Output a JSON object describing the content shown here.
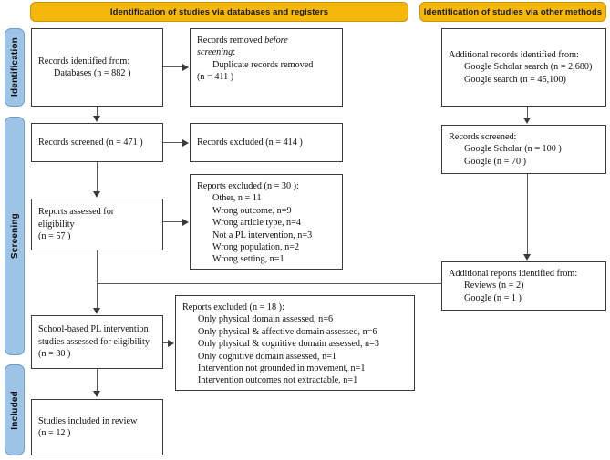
{
  "headers": {
    "left": "Identification of studies via databases and registers",
    "right": "Identification of studies via other methods"
  },
  "stages": [
    {
      "label": "Identification"
    },
    {
      "label": "Screening"
    },
    {
      "label": "Included"
    }
  ],
  "boxes": {
    "records_identified": {
      "lines": [
        "Records identified from:",
        "Databases (n = 882 )"
      ]
    },
    "records_removed": {
      "lines": [
        "Records removed before",
        "screening:",
        "Duplicate records removed",
        "(n = 411 )"
      ]
    },
    "records_screened": {
      "lines": [
        "Records screened (n = 471 )"
      ]
    },
    "records_excluded": {
      "lines": [
        "Records excluded (n = 414 )"
      ]
    },
    "reports_assessed": {
      "lines": [
        "Reports assessed for",
        "eligibility",
        "(n = 57 )"
      ]
    },
    "reports_excluded_30": {
      "lines": [
        "Reports excluded (n = 30 ):",
        "Other, n = 11",
        "Wrong outcome, n=9",
        "Wrong article type, n=4",
        "Not a PL intervention, n=3",
        "Wrong population, n=2",
        "Wrong setting, n=1"
      ]
    },
    "school_based": {
      "lines": [
        "School-based PL intervention",
        "studies assessed for eligibility",
        "(n = 30 )"
      ]
    },
    "reports_excluded_18": {
      "lines": [
        "Reports excluded (n = 18 ):",
        "Only physical domain assessed, n=6",
        "Only physical & affective domain assessed, n=6",
        "Only physical & cognitive domain assessed, n=3",
        "Only cognitive domain assessed, n=1",
        "Intervention not grounded in movement, n=1",
        "Intervention outcomes not extractable, n=1"
      ]
    },
    "studies_included": {
      "lines": [
        "Studies included in review",
        "(n = 12 )"
      ]
    },
    "additional_records": {
      "lines": [
        "Additional records identified from:",
        "Google Scholar search (n = 2,680)",
        "Google search (n = 45,100)"
      ]
    },
    "records_screened_other": {
      "lines": [
        "Records screened:",
        "Google Scholar (n = 100 )",
        "Google (n = 70 )"
      ]
    },
    "additional_reports": {
      "lines": [
        "Additional reports identified from:",
        "Reviews (n = 2)",
        "Google (n = 1 )"
      ]
    }
  },
  "colors": {
    "header_fill": "#f5b70a",
    "stage_fill": "#9dc3e6",
    "box_border": "#3a3a3a",
    "connector": "#595959"
  }
}
